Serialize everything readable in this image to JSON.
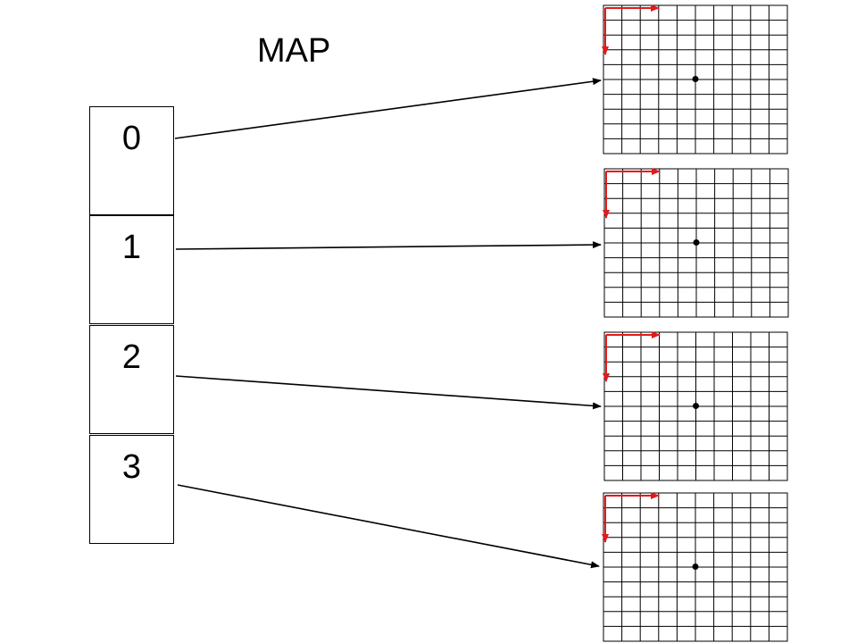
{
  "diagram": {
    "title": "MAP",
    "colors": {
      "line": "#000000",
      "axis_arrow": "#e31a1c",
      "background": "#ffffff"
    },
    "index_cells": [
      {
        "label": "0"
      },
      {
        "label": "1"
      },
      {
        "label": "2"
      },
      {
        "label": "3"
      }
    ],
    "grid": {
      "columns": 10,
      "rows": 10
    },
    "targets": 4
  }
}
